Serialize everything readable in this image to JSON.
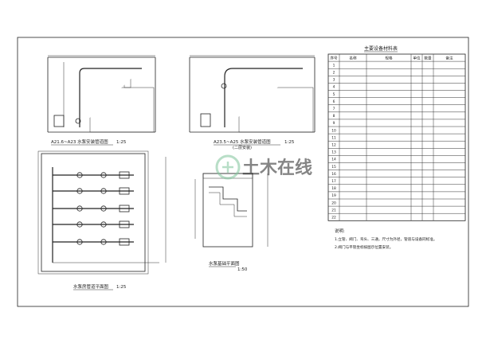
{
  "watermark": {
    "text": "土木在线",
    "color": "#7fc49a"
  },
  "views": {
    "pump_section_left_title": "A21.6~A23 水泵安装管道图",
    "pump_section_left_scale": "1:25",
    "pump_section_right_title": "A23.5~A25 水泵安装管道图",
    "pump_section_right_subtitle": "(二层安装)",
    "pump_section_right_scale": "1:25",
    "plan_title": "水泵房管道平面图",
    "plan_scale": "1:25",
    "detail_title": "水泵基础平面图",
    "detail_scale": "1:50"
  },
  "table": {
    "title": "主要设备材料表",
    "headers": [
      "序号",
      "名称",
      "规格",
      "单位",
      "数量",
      "备注"
    ],
    "rows": [
      [
        "1",
        "",
        "",
        "",
        "",
        ""
      ],
      [
        "2",
        "",
        "",
        "",
        "",
        ""
      ],
      [
        "3",
        "",
        "",
        "",
        "",
        ""
      ],
      [
        "4",
        "",
        "",
        "",
        "",
        ""
      ],
      [
        "5",
        "",
        "",
        "",
        "",
        ""
      ],
      [
        "6",
        "",
        "",
        "",
        "",
        ""
      ],
      [
        "7",
        "",
        "",
        "",
        "",
        ""
      ],
      [
        "8",
        "",
        "",
        "",
        "",
        ""
      ],
      [
        "9",
        "",
        "",
        "",
        "",
        ""
      ],
      [
        "10",
        "",
        "",
        "",
        "",
        ""
      ],
      [
        "11",
        "",
        "",
        "",
        "",
        ""
      ],
      [
        "12",
        "",
        "",
        "",
        "",
        ""
      ],
      [
        "13",
        "",
        "",
        "",
        "",
        ""
      ],
      [
        "14",
        "",
        "",
        "",
        "",
        ""
      ],
      [
        "15",
        "",
        "",
        "",
        "",
        ""
      ],
      [
        "16",
        "",
        "",
        "",
        "",
        ""
      ],
      [
        "17",
        "",
        "",
        "",
        "",
        ""
      ],
      [
        "18",
        "",
        "",
        "",
        "",
        ""
      ],
      [
        "19",
        "",
        "",
        "",
        "",
        ""
      ],
      [
        "20",
        "",
        "",
        "",
        "",
        ""
      ],
      [
        "21",
        "",
        "",
        "",
        "",
        ""
      ],
      [
        "22",
        "",
        "",
        "",
        "",
        ""
      ]
    ]
  },
  "notes": {
    "heading": "说明:",
    "lines": [
      "1.立管、阀门、弯头、三通，尺寸为外径，管道与设备同标准。",
      "2.阀门与平管坐标按图示位置安装。"
    ]
  }
}
